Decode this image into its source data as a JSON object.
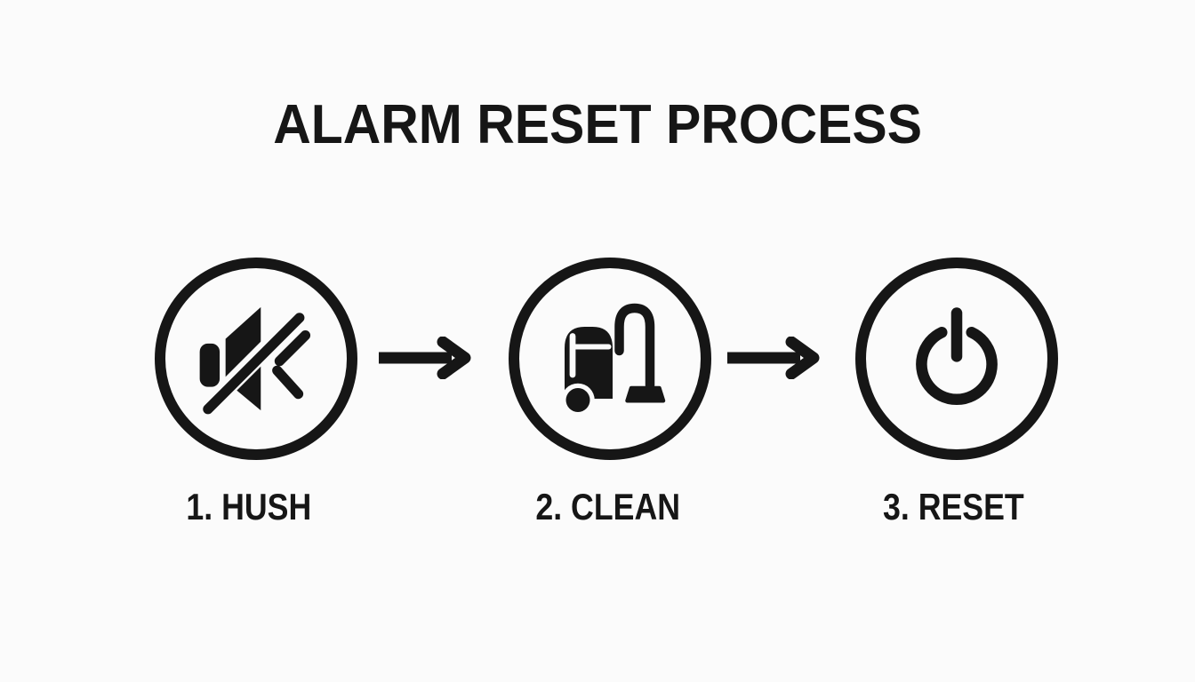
{
  "title": "ALARM RESET PROCESS",
  "steps": [
    {
      "label": "1. HUSH",
      "icon": "muted-speaker-icon"
    },
    {
      "label": "2. CLEAN",
      "icon": "vacuum-cleaner-icon"
    },
    {
      "label": "3. RESET",
      "icon": "power-button-icon"
    }
  ],
  "connectors": [
    {
      "icon": "arrow-right-icon"
    },
    {
      "icon": "arrow-right-icon"
    }
  ],
  "colors": {
    "ink": "#161616",
    "background": "#fbfbfb"
  }
}
